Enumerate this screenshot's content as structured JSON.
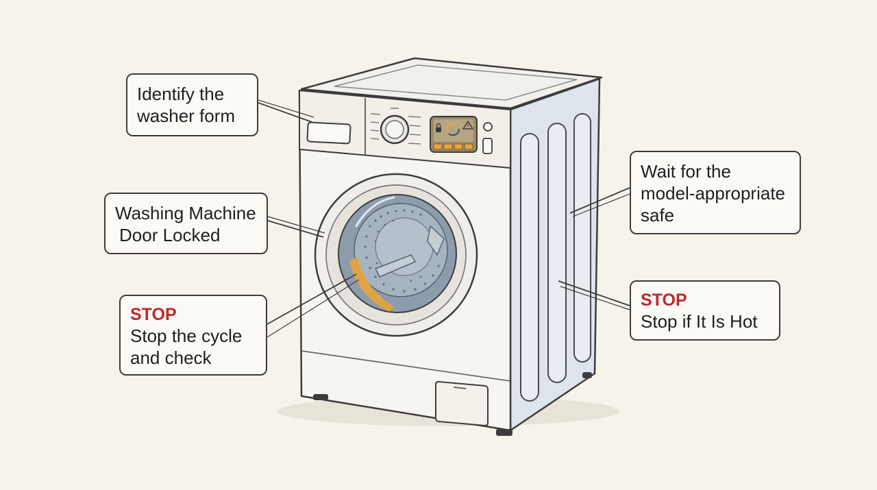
{
  "diagram": {
    "colors": {
      "background": "#f6f3ea",
      "outline": "#3c3c3c",
      "body": "#f7f5ef",
      "side_panel": "#dde4ec",
      "drum_glass": "#8d9cad",
      "accent": "#e8a53a",
      "warning": "#c0282a",
      "display": "#9d8a67"
    },
    "icons": [
      "lock-icon",
      "spin-arrows-icon",
      "warning-triangle-icon"
    ],
    "callouts": {
      "form": {
        "lines": [
          "Identify the",
          "washer form"
        ]
      },
      "door": {
        "lines": [
          "Washing Machine",
          "Door Locked"
        ]
      },
      "stop_cycle": {
        "tag": "STOP",
        "lines": [
          "Stop the cycle",
          "and check"
        ]
      },
      "wait": {
        "lines": [
          "Wait for the",
          "model-appropriate",
          "safe"
        ]
      },
      "stop_hot": {
        "tag": "STOP",
        "lines": [
          "Stop if It Is Hot"
        ]
      }
    }
  }
}
